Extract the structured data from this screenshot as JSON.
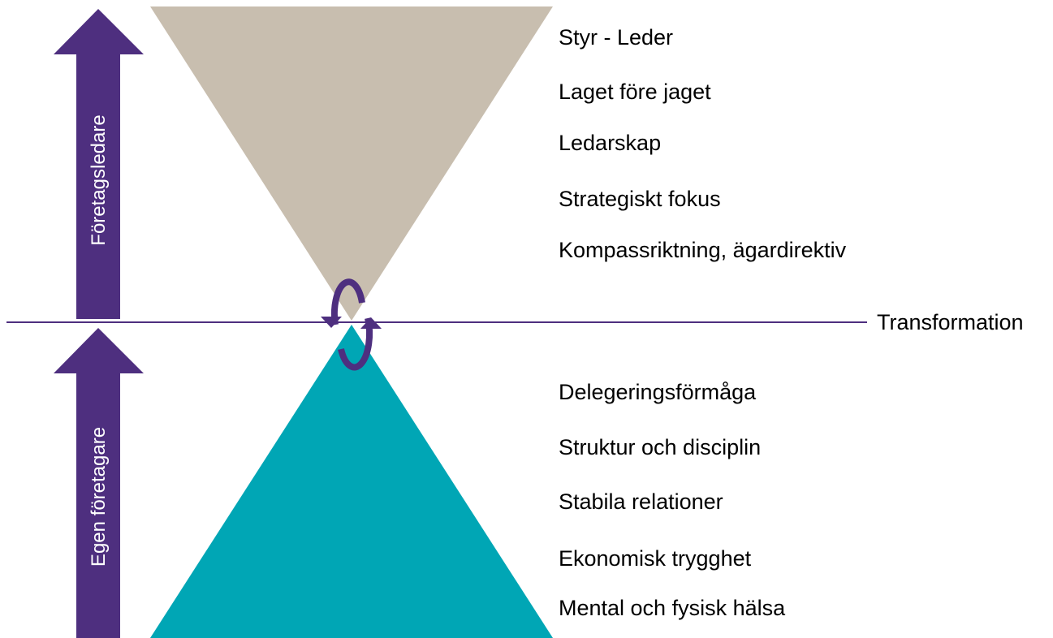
{
  "diagram": {
    "upper_arrow_label": "Företagsledare",
    "lower_arrow_label": "Egen företagare",
    "divider_label": "Transformation",
    "upper_items": [
      "Styr - Leder",
      "Laget före jaget",
      "Ledarskap",
      "Strategiskt fokus",
      "Kompassriktning, ägardirektiv"
    ],
    "lower_items": [
      "Delegeringsförmåga",
      "Struktur och disciplin",
      "Stabila relationer",
      "Ekonomisk trygghet",
      "Mental och fysisk hälsa"
    ]
  },
  "colors": {
    "arrow": "#4e2f7f",
    "upper_triangle": "#c8beaf",
    "lower_triangle": "#00a6b5",
    "divider_line": "#4e2f7f",
    "cycle_icon": "#4e2f7f"
  },
  "icons": {
    "cycle": "transformation-cycle-icon"
  }
}
